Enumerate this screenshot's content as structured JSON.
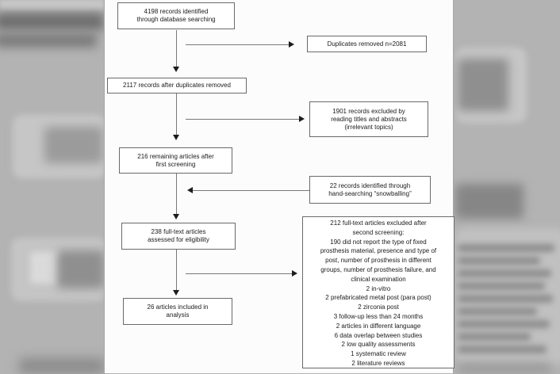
{
  "page": {
    "background_color": "#b3b3b3",
    "panel_color": "#fcfcfc",
    "box_border_color": "#6a6a6a",
    "line_color": "#787878",
    "arrowhead_color": "#1c1c1c",
    "text_color": "#1b1b1b"
  },
  "flowchart": {
    "type": "prisma-flow-diagram",
    "main_boxes": [
      {
        "id": "records-identified",
        "lines": [
          "4198 records identified",
          "through database searching"
        ]
      },
      {
        "id": "after-duplicates",
        "lines": [
          "2117 records after duplicates removed"
        ]
      },
      {
        "id": "first-screening",
        "lines": [
          "216 remaining articles after",
          "first screening"
        ]
      },
      {
        "id": "full-text-assessed",
        "lines": [
          "238 full-text articles",
          "assessed for eligibility"
        ]
      },
      {
        "id": "included-in-analysis",
        "lines": [
          "26 articles included in",
          "analysis"
        ]
      }
    ],
    "side_boxes": [
      {
        "id": "duplicates-removed",
        "lines": [
          "Duplicates removed n=2081"
        ]
      },
      {
        "id": "records-excluded-first",
        "lines": [
          "1901 records excluded by",
          "reading titles and abstracts",
          "(irrelevant topics)"
        ]
      },
      {
        "id": "snowballing",
        "lines": [
          "22 records identified through",
          "hand-searching “snowballing”"
        ]
      },
      {
        "id": "full-text-excluded",
        "lines": [
          "212 full-text articles excluded after",
          "second screening:",
          "190 did not report the type of fixed",
          "prosthesis material, presence and type of",
          "post, number of prosthesis in different",
          "groups, number of prosthesis failure, and",
          "clinical examination",
          "2 in-vitro",
          "2 prefabricated metal post (para post)",
          "2 zirconia post",
          "3 follow-up less than 24 months",
          "2 articles in different language",
          "6 data overlap between studies",
          "2 low quality assessments",
          "1 systematic review",
          "2 literature reviews"
        ]
      }
    ]
  }
}
